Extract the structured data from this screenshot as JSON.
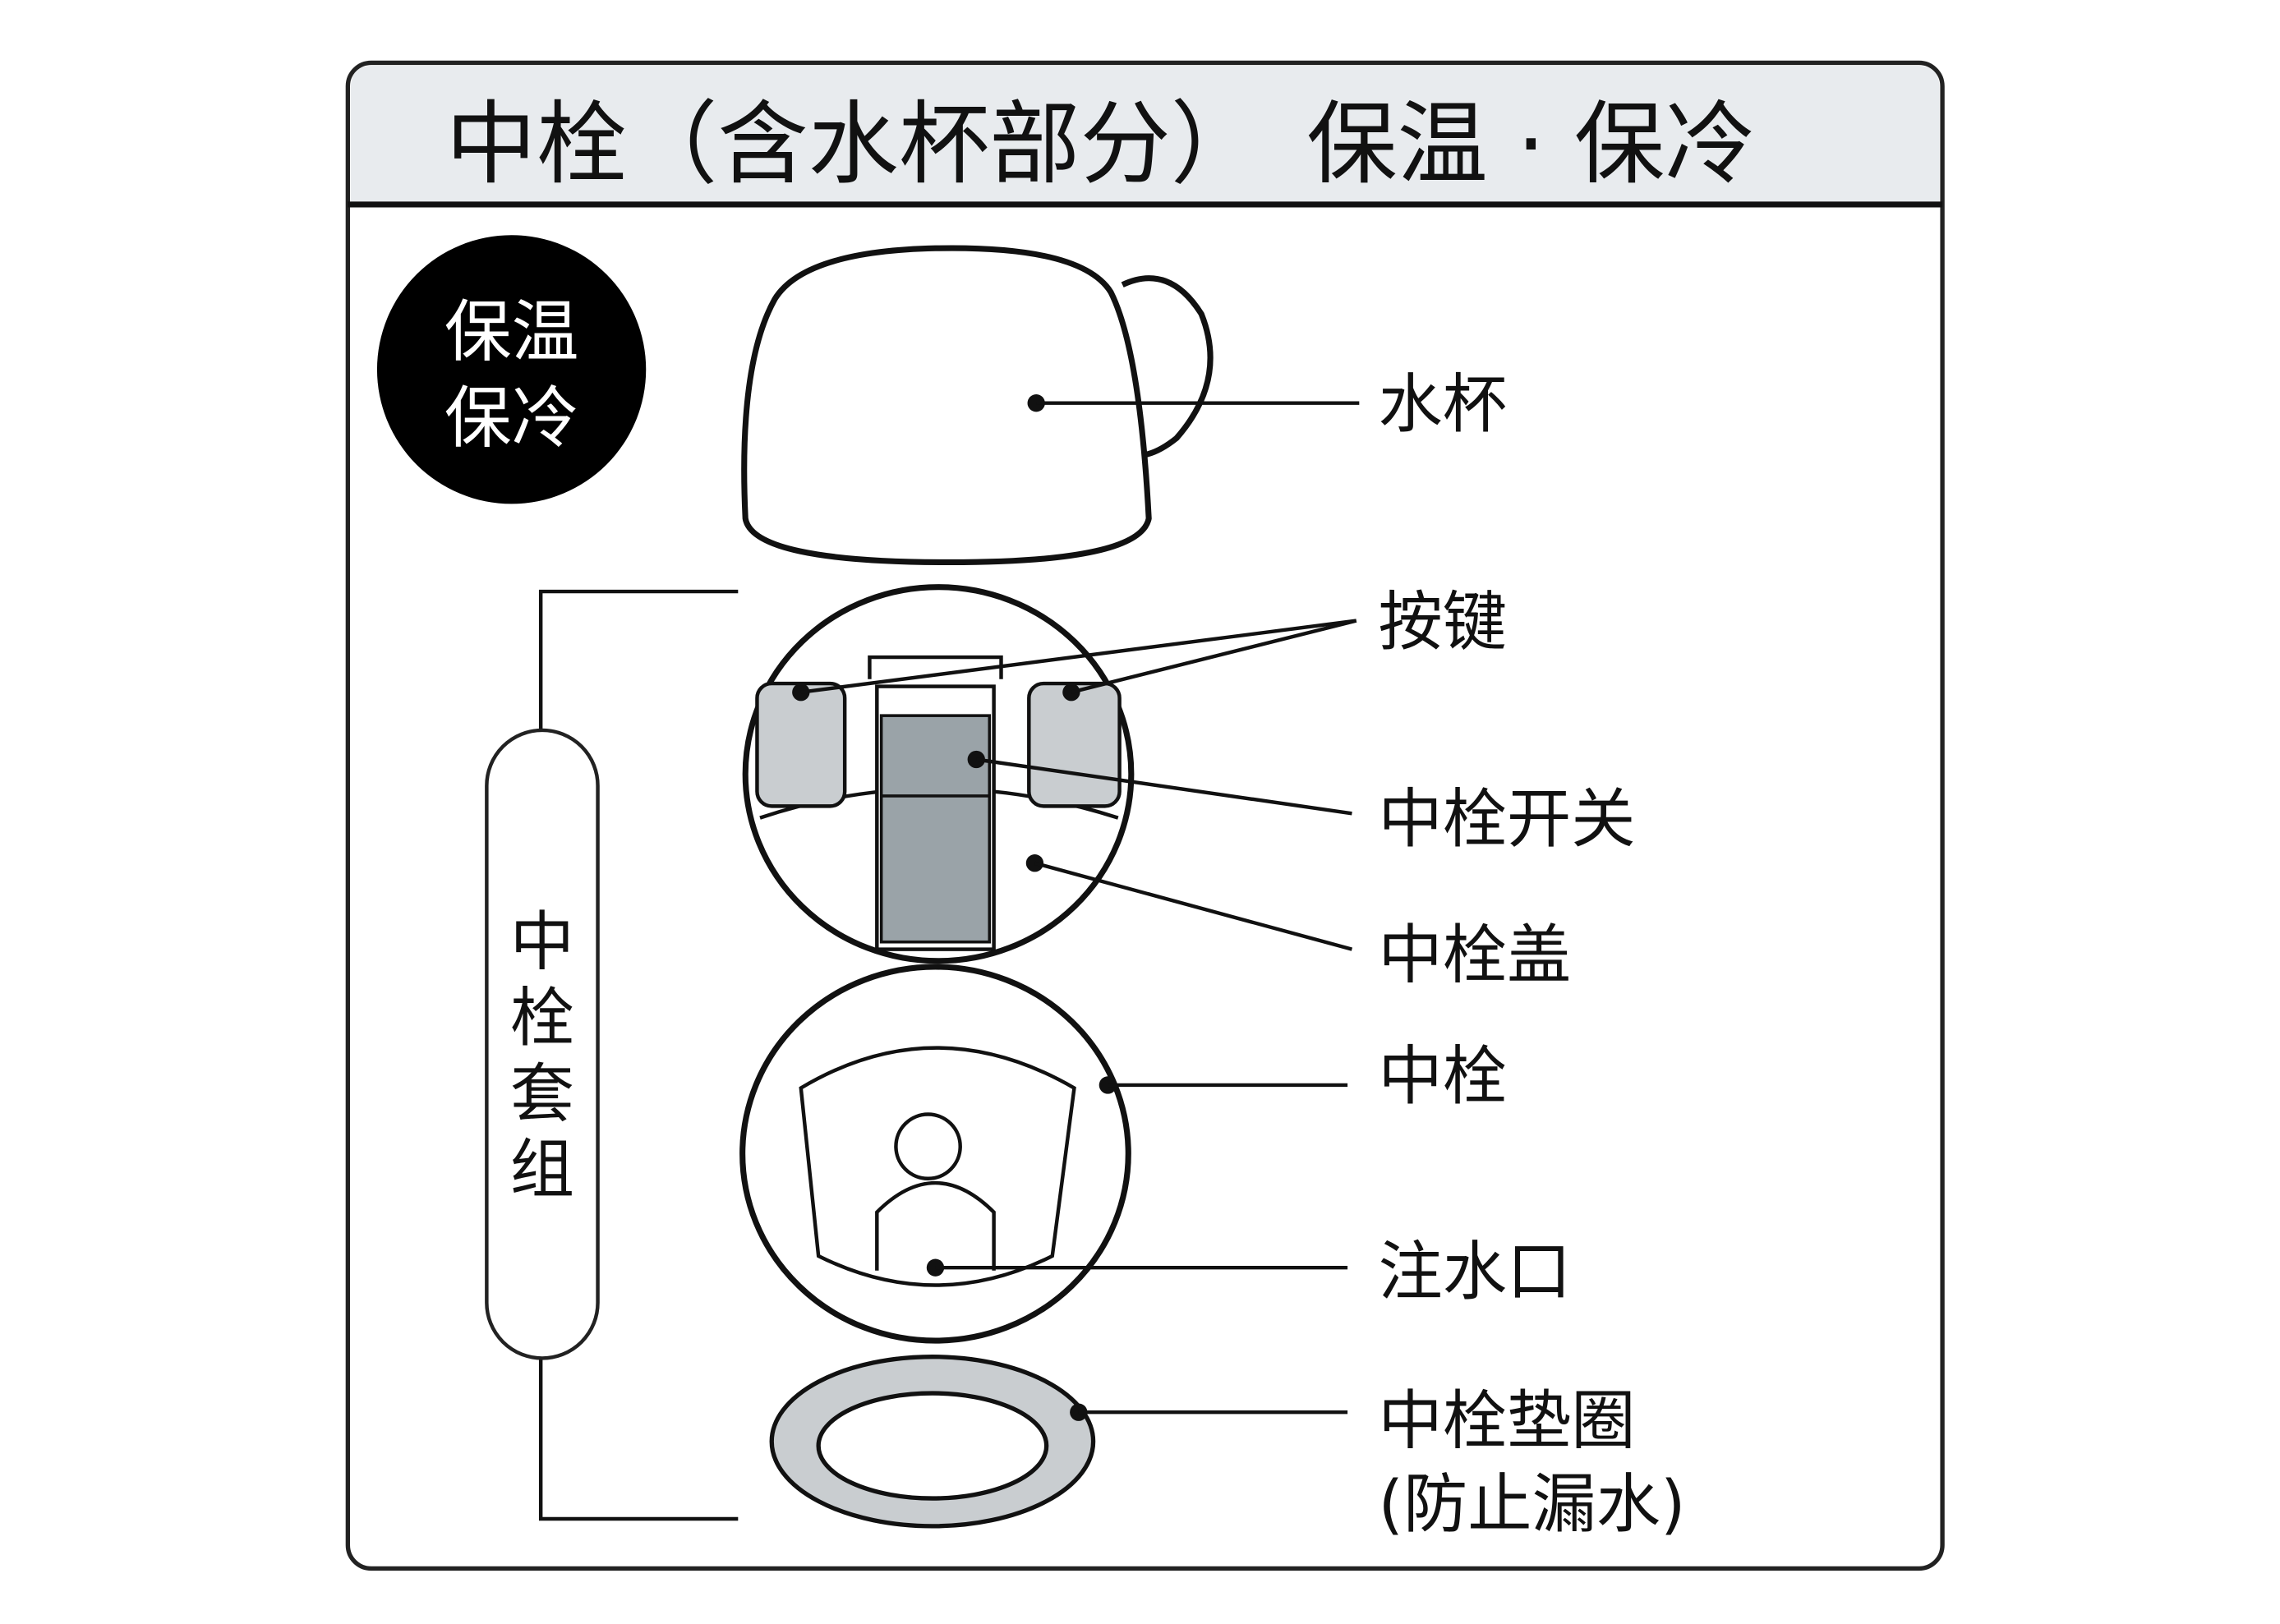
{
  "title": "中栓（含水杯部分）　保温 · 保冷",
  "badge": {
    "line1": "保温",
    "line2": "保冷"
  },
  "group_label": [
    "中",
    "栓",
    "套",
    "组"
  ],
  "labels": {
    "cup": "水杯",
    "button": "按键",
    "switch": "中栓开关",
    "cover": "中栓盖",
    "stopper": "中栓",
    "spout": "注水口",
    "gasket_line1": "中栓垫圈",
    "gasket_line2": "(防止漏水)"
  },
  "colors": {
    "header_bg": "#e8ebee",
    "switch_gray": "#9aa3a8",
    "button_gray": "#c9cdd0",
    "badge": "#000000"
  }
}
